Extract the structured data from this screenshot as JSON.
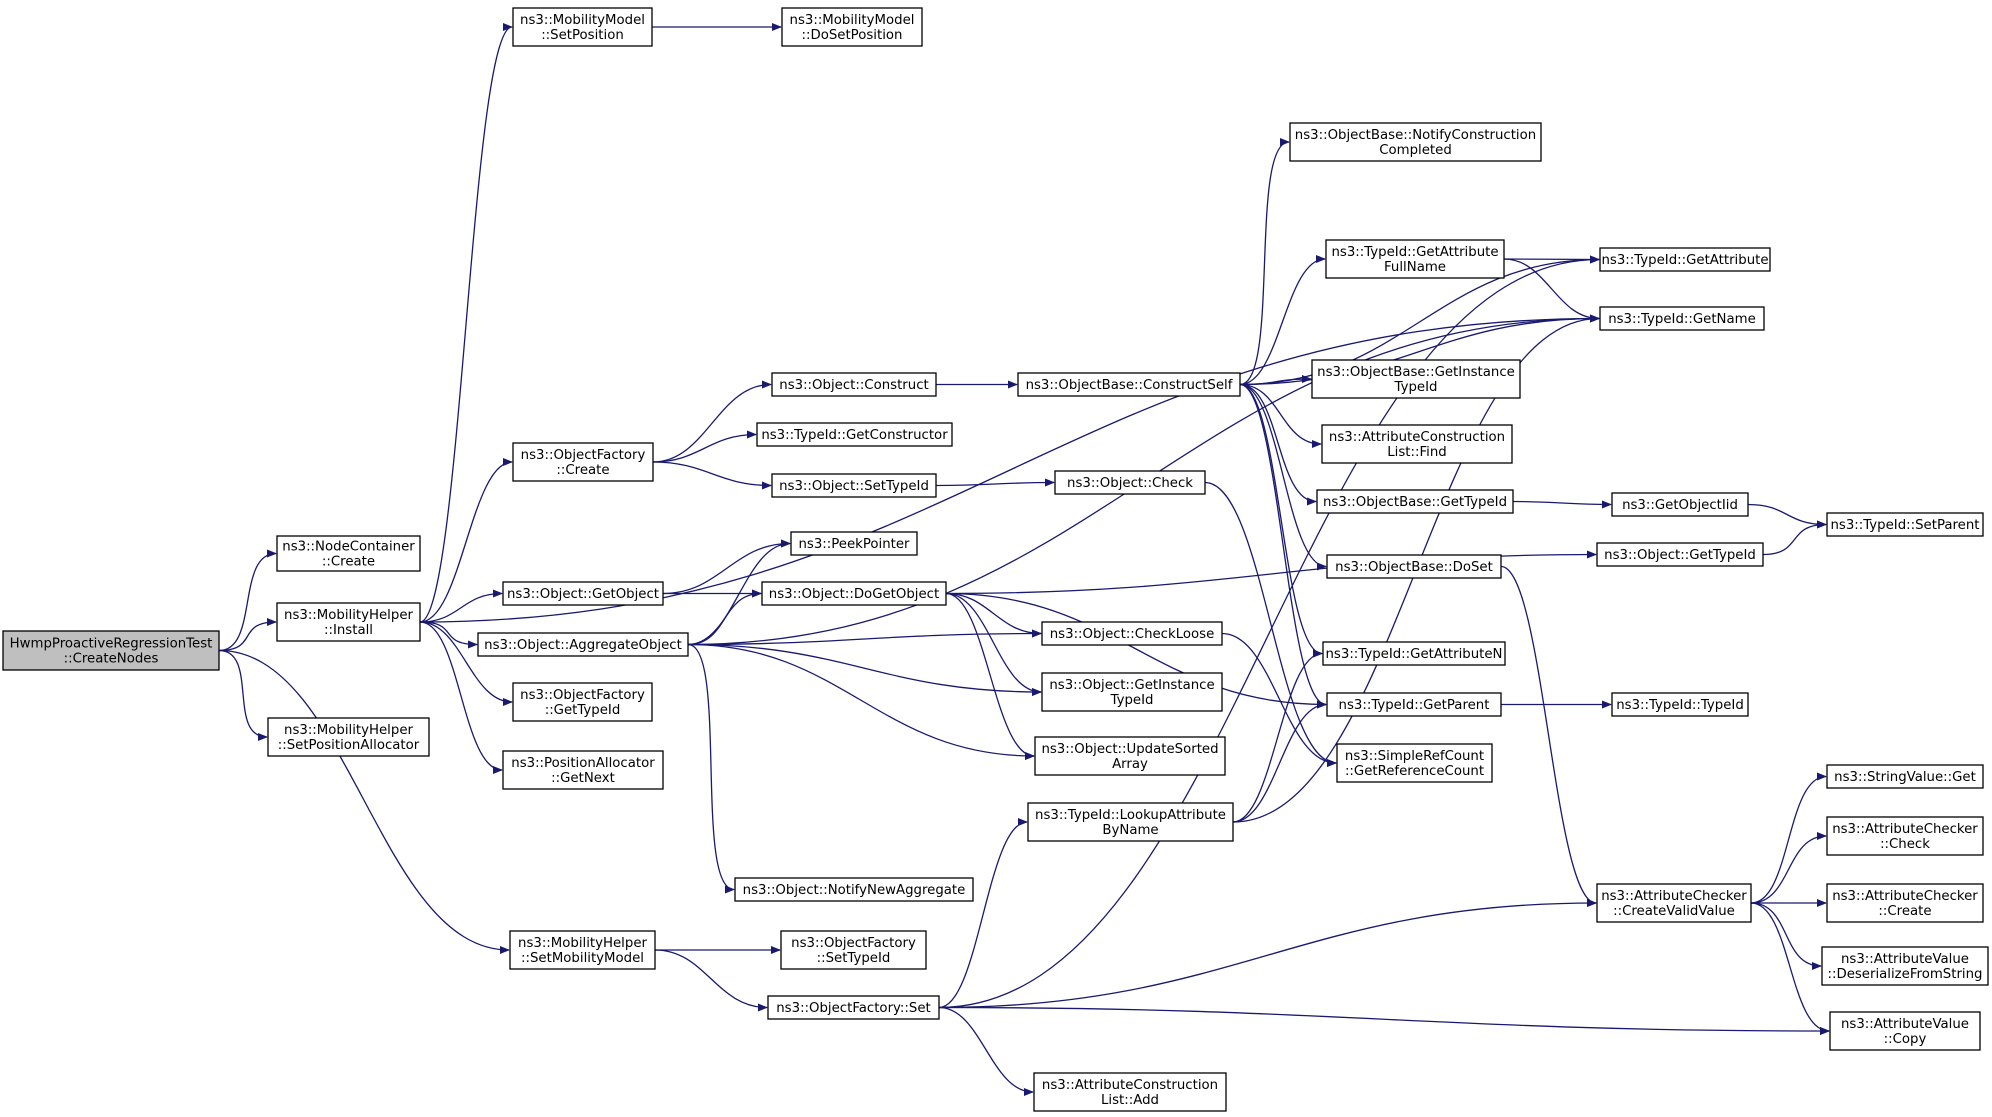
{
  "nodes": {
    "root": [
      "HwmpProactiveRegressionTest",
      "::CreateNodes"
    ],
    "nc_create": [
      "ns3::NodeContainer",
      "::Create"
    ],
    "mh_install": [
      "ns3::MobilityHelper",
      "::Install"
    ],
    "mh_spa": [
      "ns3::MobilityHelper",
      "::SetPositionAllocator"
    ],
    "mm_setpos": [
      "ns3::MobilityModel",
      "::SetPosition"
    ],
    "mm_dosetpos": [
      "ns3::MobilityModel",
      "::DoSetPosition"
    ],
    "of_create": [
      "ns3::ObjectFactory",
      "::Create"
    ],
    "o_getobject": [
      "ns3::Object::GetObject"
    ],
    "o_aggregate": [
      "ns3::Object::AggregateObject"
    ],
    "of_gettypeid": [
      "ns3::ObjectFactory",
      "::GetTypeId"
    ],
    "pa_getnext": [
      "ns3::PositionAllocator",
      "::GetNext"
    ],
    "mh_setmm": [
      "ns3::MobilityHelper",
      "::SetMobilityModel"
    ],
    "o_construct": [
      "ns3::Object::Construct"
    ],
    "t_getconstructor": [
      "ns3::TypeId::GetConstructor"
    ],
    "o_settypeid": [
      "ns3::Object::SetTypeId"
    ],
    "peekpointer": [
      "ns3::PeekPointer"
    ],
    "o_dogetobject": [
      "ns3::Object::DoGetObject"
    ],
    "o_notifynewagg": [
      "ns3::Object::NotifyNewAggregate"
    ],
    "of_settypeid": [
      "ns3::ObjectFactory",
      "::SetTypeId"
    ],
    "of_set": [
      "ns3::ObjectFactory::Set"
    ],
    "ob_constructself": [
      "ns3::ObjectBase::ConstructSelf"
    ],
    "o_check": [
      "ns3::Object::Check"
    ],
    "o_checkloose": [
      "ns3::Object::CheckLoose"
    ],
    "o_getinstancetypeid": [
      "ns3::Object::GetInstance",
      "TypeId"
    ],
    "o_updatesorted": [
      "ns3::Object::UpdateSorted",
      "Array"
    ],
    "t_lookupattr": [
      "ns3::TypeId::LookupAttribute",
      "ByName"
    ],
    "acl_add": [
      "ns3::AttributeConstruction",
      "List::Add"
    ],
    "ob_notifyconstr": [
      "ns3::ObjectBase::NotifyConstruction",
      "Completed"
    ],
    "t_getattrfullname": [
      "ns3::TypeId::GetAttribute",
      "FullName"
    ],
    "ob_getinstancetypeid": [
      "ns3::ObjectBase::GetInstance",
      "TypeId"
    ],
    "acl_find": [
      "ns3::AttributeConstruction",
      "List::Find"
    ],
    "ob_gettypeid": [
      "ns3::ObjectBase::GetTypeId"
    ],
    "ob_doset": [
      "ns3::ObjectBase::DoSet"
    ],
    "t_getattributen": [
      "ns3::TypeId::GetAttributeN"
    ],
    "t_getparent": [
      "ns3::TypeId::GetParent"
    ],
    "src_getrefcount": [
      "ns3::SimpleRefCount",
      "::GetReferenceCount"
    ],
    "t_getattribute": [
      "ns3::TypeId::GetAttribute"
    ],
    "t_getname": [
      "ns3::TypeId::GetName"
    ],
    "getobjectiid": [
      "ns3::GetObjectIid"
    ],
    "o_gettypeid": [
      "ns3::Object::GetTypeId"
    ],
    "t_typeid": [
      "ns3::TypeId::TypeId"
    ],
    "ac_createvalid": [
      "ns3::AttributeChecker",
      "::CreateValidValue"
    ],
    "t_setparent": [
      "ns3::TypeId::SetParent"
    ],
    "sv_get": [
      "ns3::StringValue::Get"
    ],
    "ac_check": [
      "ns3::AttributeChecker",
      "::Check"
    ],
    "ac_create": [
      "ns3::AttributeChecker",
      "::Create"
    ],
    "av_deserialize": [
      "ns3::AttributeValue",
      "::DeserializeFromString"
    ],
    "av_copy": [
      "ns3::AttributeValue",
      "::Copy"
    ]
  },
  "edges": [
    [
      "root",
      "nc_create"
    ],
    [
      "root",
      "mh_install"
    ],
    [
      "root",
      "mh_spa"
    ],
    [
      "root",
      "mh_setmm"
    ],
    [
      "mh_install",
      "mm_setpos"
    ],
    [
      "mh_install",
      "t_getname"
    ],
    [
      "mh_install",
      "of_create"
    ],
    [
      "mh_install",
      "o_getobject"
    ],
    [
      "mh_install",
      "o_aggregate"
    ],
    [
      "mh_install",
      "of_gettypeid"
    ],
    [
      "mh_install",
      "pa_getnext"
    ],
    [
      "mm_setpos",
      "mm_dosetpos"
    ],
    [
      "of_create",
      "o_construct"
    ],
    [
      "of_create",
      "t_getconstructor"
    ],
    [
      "of_create",
      "o_settypeid"
    ],
    [
      "o_getobject",
      "peekpointer"
    ],
    [
      "o_getobject",
      "o_dogetobject"
    ],
    [
      "o_aggregate",
      "peekpointer"
    ],
    [
      "o_aggregate",
      "o_dogetobject"
    ],
    [
      "o_aggregate",
      "o_checkloose"
    ],
    [
      "o_aggregate",
      "o_getinstancetypeid"
    ],
    [
      "o_aggregate",
      "o_updatesorted"
    ],
    [
      "o_aggregate",
      "o_notifynewagg"
    ],
    [
      "o_aggregate",
      "t_getname"
    ],
    [
      "mh_setmm",
      "of_settypeid"
    ],
    [
      "mh_setmm",
      "of_set"
    ],
    [
      "o_construct",
      "ob_constructself"
    ],
    [
      "o_settypeid",
      "o_check"
    ],
    [
      "o_dogetobject",
      "o_gettypeid"
    ],
    [
      "o_dogetobject",
      "o_checkloose"
    ],
    [
      "o_dogetobject",
      "o_getinstancetypeid"
    ],
    [
      "o_dogetobject",
      "o_updatesorted"
    ],
    [
      "o_dogetobject",
      "t_getparent"
    ],
    [
      "of_set",
      "t_lookupattr"
    ],
    [
      "of_set",
      "acl_add"
    ],
    [
      "of_set",
      "t_getattribute"
    ],
    [
      "of_set",
      "ac_createvalid"
    ],
    [
      "of_set",
      "av_copy"
    ],
    [
      "ob_constructself",
      "ob_notifyconstr"
    ],
    [
      "ob_constructself",
      "t_getattribute"
    ],
    [
      "ob_constructself",
      "t_getattrfullname"
    ],
    [
      "ob_constructself",
      "t_getname"
    ],
    [
      "ob_constructself",
      "ob_getinstancetypeid"
    ],
    [
      "ob_constructself",
      "acl_find"
    ],
    [
      "ob_constructself",
      "ob_gettypeid"
    ],
    [
      "ob_constructself",
      "ob_doset"
    ],
    [
      "ob_constructself",
      "t_getattributen"
    ],
    [
      "ob_constructself",
      "t_getparent"
    ],
    [
      "o_check",
      "src_getrefcount"
    ],
    [
      "o_checkloose",
      "src_getrefcount"
    ],
    [
      "t_lookupattr",
      "t_getattributen"
    ],
    [
      "t_lookupattr",
      "t_getparent"
    ],
    [
      "t_lookupattr",
      "t_getname"
    ],
    [
      "t_getattrfullname",
      "t_getattribute"
    ],
    [
      "t_getattrfullname",
      "t_getname"
    ],
    [
      "ob_gettypeid",
      "getobjectiid"
    ],
    [
      "ob_doset",
      "ac_createvalid"
    ],
    [
      "t_getparent",
      "t_typeid"
    ],
    [
      "getobjectiid",
      "t_setparent"
    ],
    [
      "o_gettypeid",
      "t_setparent"
    ],
    [
      "ac_createvalid",
      "sv_get"
    ],
    [
      "ac_createvalid",
      "ac_check"
    ],
    [
      "ac_createvalid",
      "ac_create"
    ],
    [
      "ac_createvalid",
      "av_deserialize"
    ],
    [
      "ac_createvalid",
      "av_copy"
    ]
  ]
}
